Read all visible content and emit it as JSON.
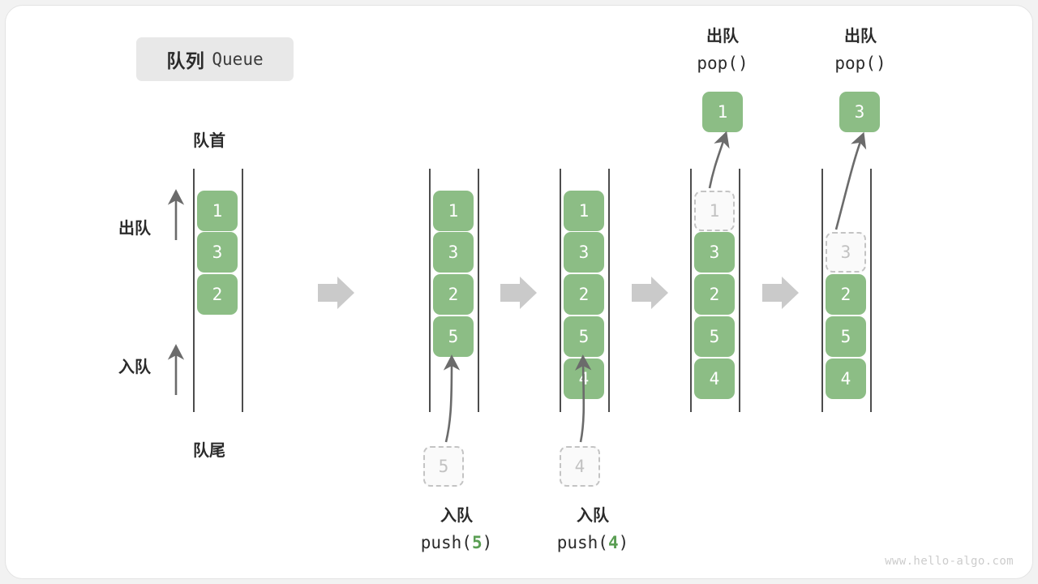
{
  "title": {
    "cn": "队列",
    "en": "Queue"
  },
  "labels": {
    "head": "队首",
    "tail": "队尾",
    "dequeue": "出队",
    "enqueue": "入队"
  },
  "operations": {
    "push5": {
      "cn": "入队",
      "fn_open": "push(",
      "value": "5",
      "fn_close": ")"
    },
    "push4": {
      "cn": "入队",
      "fn_open": "push(",
      "value": "4",
      "fn_close": ")"
    },
    "pop1": {
      "cn": "出队",
      "code": "pop()"
    },
    "pop2": {
      "cn": "出队",
      "code": "pop()"
    }
  },
  "colors": {
    "cell_green": "#8cbd85",
    "ghost_border": "#c4c4c4",
    "ghost_text": "#c2c2c2",
    "rail": "#4d4d4d",
    "arrow": "#6b6b6b",
    "separator": "#cccccc",
    "accent_number": "#5a9e53"
  },
  "columns": [
    {
      "name": "initial-queue",
      "cells": [
        {
          "value": "1",
          "slot": 0,
          "state": "filled"
        },
        {
          "value": "3",
          "slot": 1,
          "state": "filled"
        },
        {
          "value": "2",
          "slot": 2,
          "state": "filled"
        }
      ]
    },
    {
      "name": "after-push-5",
      "cells": [
        {
          "value": "1",
          "slot": 0,
          "state": "filled"
        },
        {
          "value": "3",
          "slot": 1,
          "state": "filled"
        },
        {
          "value": "2",
          "slot": 2,
          "state": "filled"
        },
        {
          "value": "5",
          "slot": 3,
          "state": "filled"
        }
      ]
    },
    {
      "name": "after-push-4",
      "cells": [
        {
          "value": "1",
          "slot": 0,
          "state": "filled"
        },
        {
          "value": "3",
          "slot": 1,
          "state": "filled"
        },
        {
          "value": "2",
          "slot": 2,
          "state": "filled"
        },
        {
          "value": "5",
          "slot": 3,
          "state": "filled"
        },
        {
          "value": "4",
          "slot": 4,
          "state": "filled"
        }
      ]
    },
    {
      "name": "after-pop-1",
      "cells": [
        {
          "value": "1",
          "slot": 0,
          "state": "ghost"
        },
        {
          "value": "3",
          "slot": 1,
          "state": "filled"
        },
        {
          "value": "2",
          "slot": 2,
          "state": "filled"
        },
        {
          "value": "5",
          "slot": 3,
          "state": "filled"
        },
        {
          "value": "4",
          "slot": 4,
          "state": "filled"
        }
      ]
    },
    {
      "name": "after-pop-3",
      "cells": [
        {
          "value": "3",
          "slot": 1,
          "state": "ghost"
        },
        {
          "value": "2",
          "slot": 2,
          "state": "filled"
        },
        {
          "value": "5",
          "slot": 3,
          "state": "filled"
        },
        {
          "value": "4",
          "slot": 4,
          "state": "filled"
        }
      ]
    }
  ],
  "floating_cells": {
    "push5_ghost": "5",
    "push4_ghost": "4",
    "popped1": "1",
    "popped3": "3"
  },
  "watermark": "www.hello-algo.com"
}
